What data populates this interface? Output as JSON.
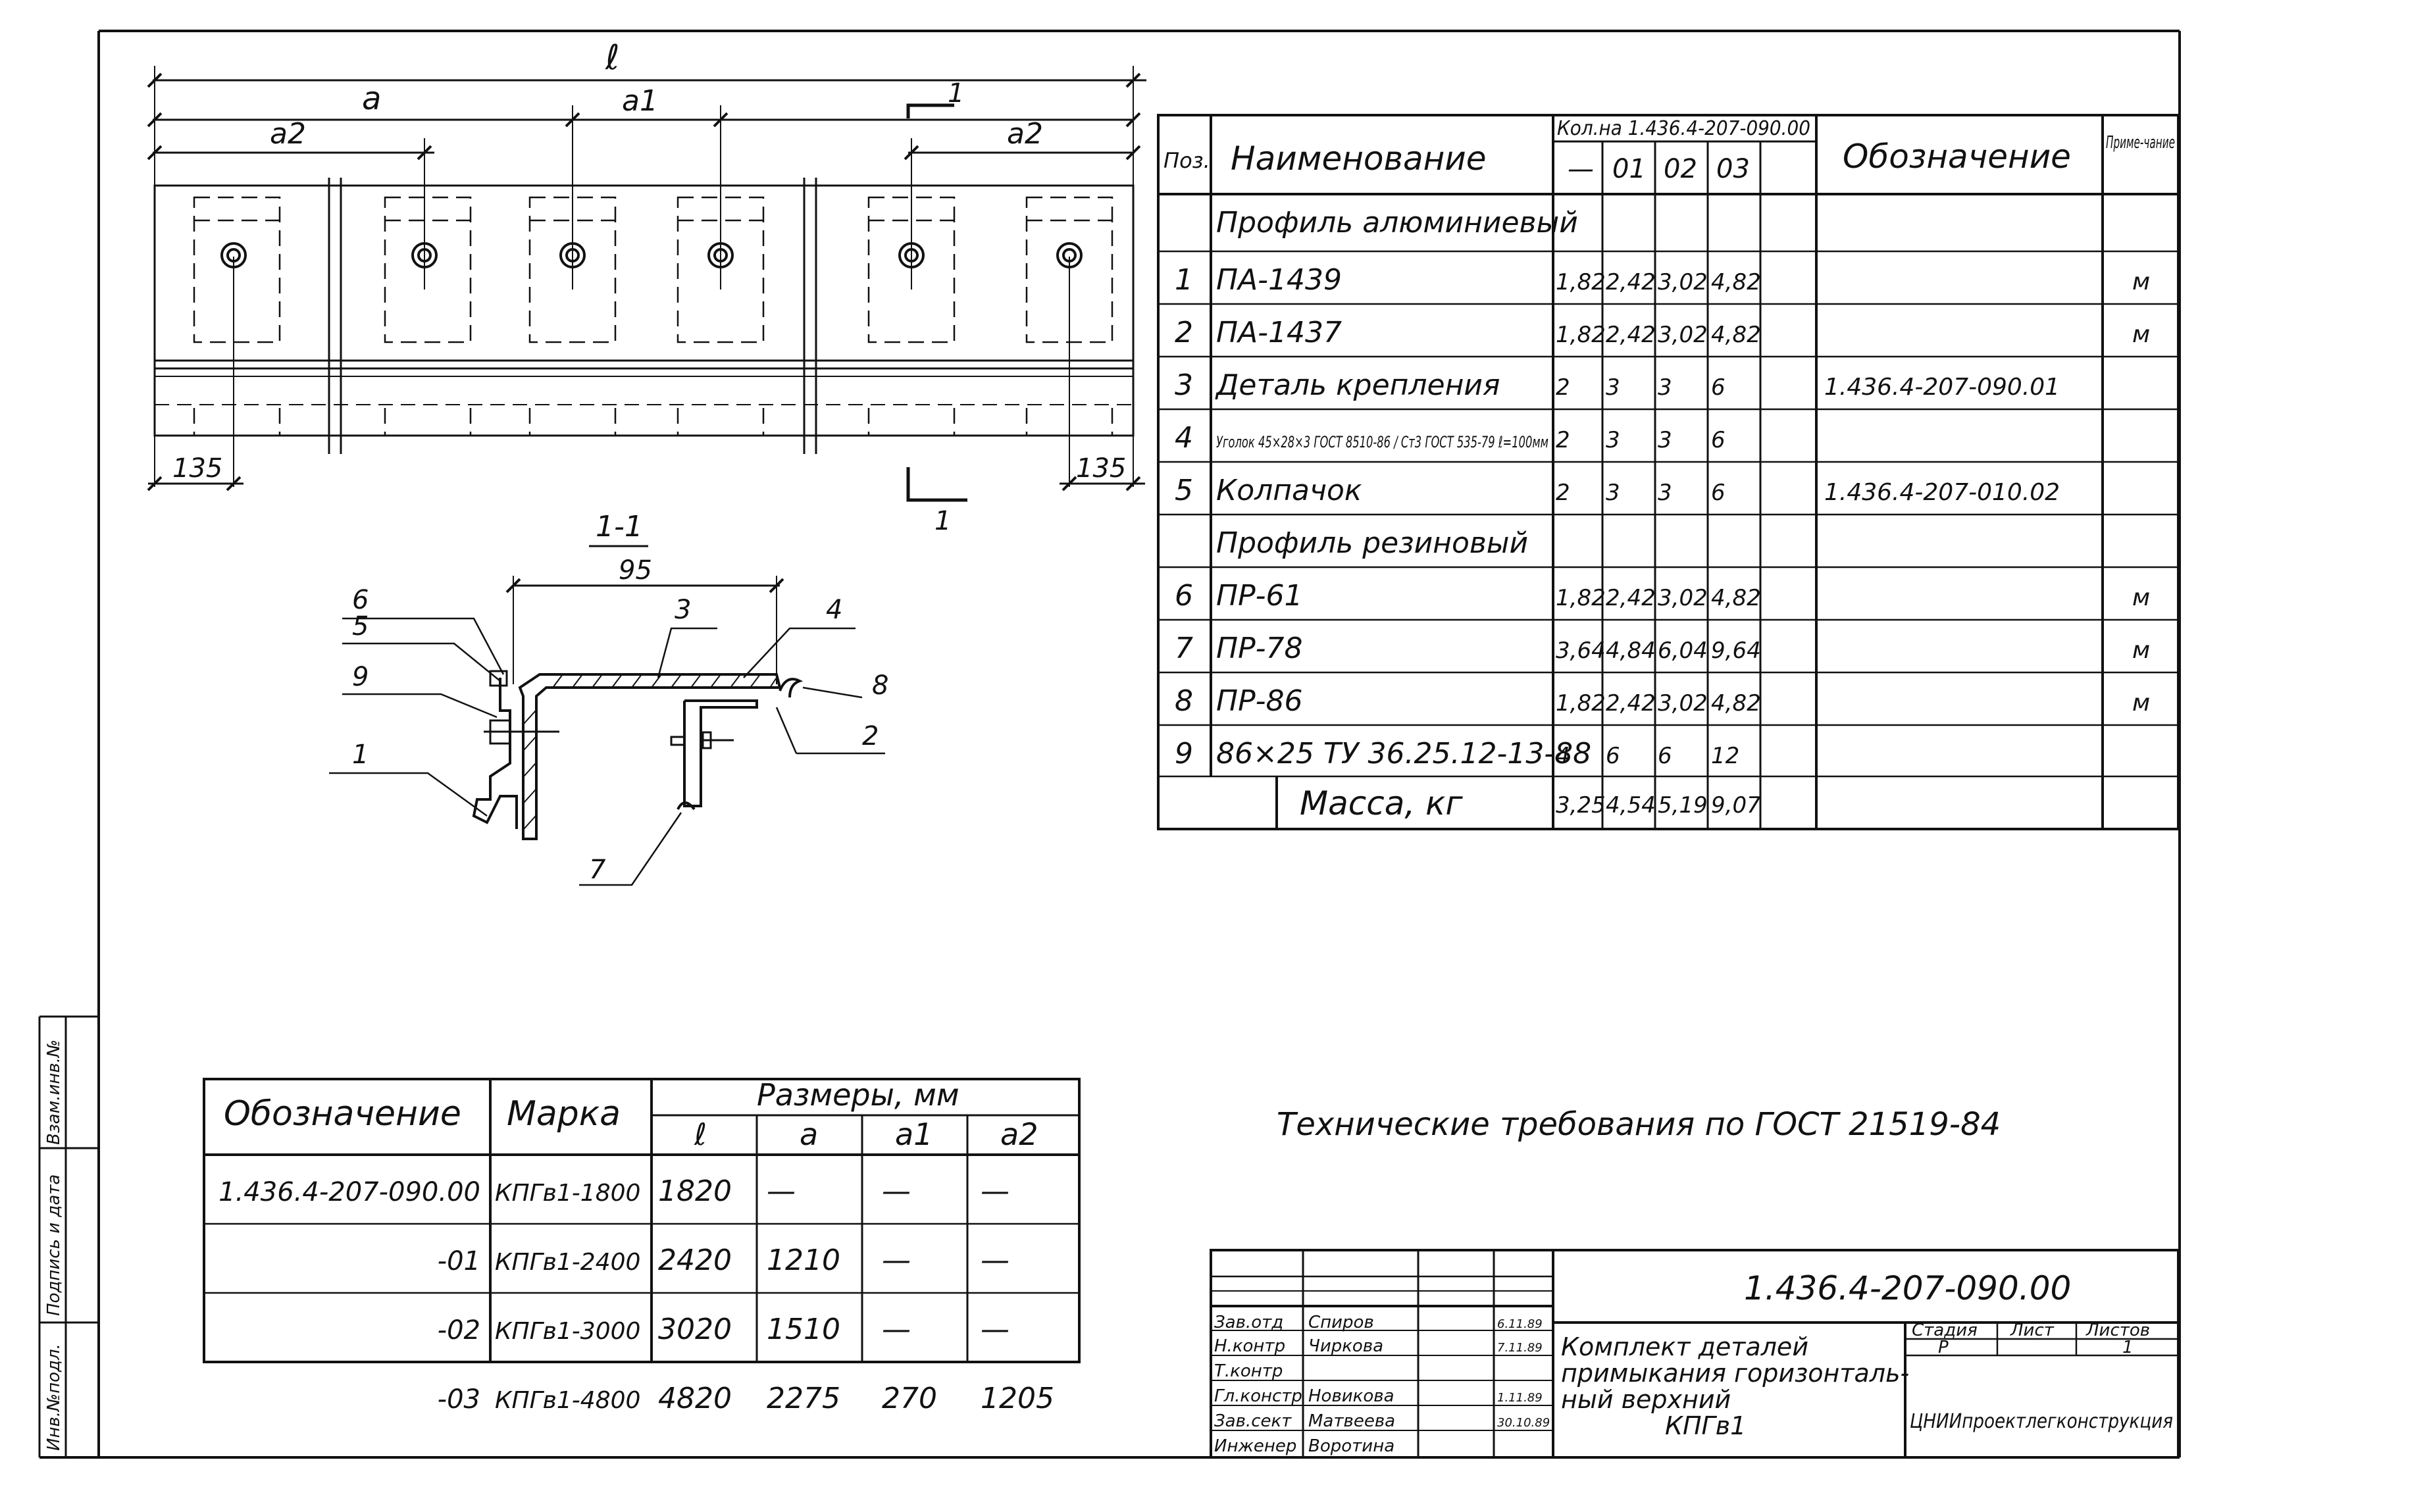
{
  "plan": {
    "dim_l": "ℓ",
    "dim_a": "a",
    "dim_a1": "a1",
    "dim_a2_left": "a2",
    "dim_a2_right": "a2",
    "dim_135_left": "135",
    "dim_135_right": "135",
    "section_mark_top": "1",
    "section_mark_bottom": "1"
  },
  "section": {
    "title": "1-1",
    "dim_95": "95",
    "callouts": [
      "1",
      "2",
      "3",
      "4",
      "5",
      "6",
      "7",
      "8",
      "9"
    ]
  },
  "spec_table": {
    "header": {
      "pos": "Поз.",
      "name": "Наименование",
      "qty_group": "Кол.на 1.436.4-207-090.00",
      "qty_cols": [
        "—",
        "01",
        "02",
        "03"
      ],
      "designation": "Обозначение",
      "note": "Приме-чание"
    },
    "rows": [
      {
        "pos": "",
        "name": "Профиль алюминиевый",
        "q": [
          "",
          "",
          "",
          ""
        ],
        "designation": "",
        "note": ""
      },
      {
        "pos": "1",
        "name": "ПА-1439",
        "q": [
          "1,82",
          "2,42",
          "3,02",
          "4,82"
        ],
        "designation": "",
        "note": "м"
      },
      {
        "pos": "2",
        "name": "ПА-1437",
        "q": [
          "1,82",
          "2,42",
          "3,02",
          "4,82"
        ],
        "designation": "",
        "note": "м"
      },
      {
        "pos": "3",
        "name": "Деталь крепления",
        "q": [
          "2",
          "3",
          "3",
          "6"
        ],
        "designation": "1.436.4-207-090.01",
        "note": ""
      },
      {
        "pos": "4",
        "name": "Уголок 45×28×3 ГОСТ 8510-86 / Ст3 ГОСТ 535-79 ℓ=100мм",
        "q": [
          "2",
          "3",
          "3",
          "6"
        ],
        "designation": "",
        "note": ""
      },
      {
        "pos": "5",
        "name": "Колпачок",
        "q": [
          "2",
          "3",
          "3",
          "6"
        ],
        "designation": "1.436.4-207-010.02",
        "note": ""
      },
      {
        "pos": "",
        "name": "Профиль резиновый",
        "q": [
          "",
          "",
          "",
          ""
        ],
        "designation": "",
        "note": ""
      },
      {
        "pos": "6",
        "name": "ПР-61",
        "q": [
          "1,82",
          "2,42",
          "3,02",
          "4,82"
        ],
        "designation": "",
        "note": "м"
      },
      {
        "pos": "7",
        "name": "ПР-78",
        "q": [
          "3,64",
          "4,84",
          "6,04",
          "9,64"
        ],
        "designation": "",
        "note": "м"
      },
      {
        "pos": "8",
        "name": "ПР-86",
        "q": [
          "1,82",
          "2,42",
          "3,02",
          "4,82"
        ],
        "designation": "",
        "note": "м"
      },
      {
        "pos": "9",
        "name": "86×25 ТУ 36.25.12-13-88",
        "q": [
          "4",
          "6",
          "6",
          "12"
        ],
        "designation": "",
        "note": ""
      }
    ],
    "mass": {
      "label": "Масса, кг",
      "q": [
        "3,25",
        "4,54",
        "5,19",
        "9,07"
      ]
    }
  },
  "sizes_table": {
    "header": {
      "designation": "Обозначение",
      "mark": "Марка",
      "group": "Размеры, мм",
      "cols": [
        "ℓ",
        "a",
        "a1",
        "a2"
      ]
    },
    "rows": [
      {
        "designation": "1.436.4-207-090.00",
        "mark": "КПГв1-1800",
        "v": [
          "1820",
          "—",
          "—",
          "—"
        ]
      },
      {
        "designation": "-01",
        "mark": "КПГв1-2400",
        "v": [
          "2420",
          "1210",
          "—",
          "—"
        ]
      },
      {
        "designation": "-02",
        "mark": "КПГв1-3000",
        "v": [
          "3020",
          "1510",
          "—",
          "—"
        ]
      },
      {
        "designation": "-03",
        "mark": "КПГв1-4800",
        "v": [
          "4820",
          "2275",
          "270",
          "1205"
        ]
      }
    ]
  },
  "tech_req": "Технические требования по ГОСТ 21519-84",
  "title_block": {
    "code": "1.436.4-207-090.00",
    "name_lines": [
      "Комплект деталей",
      "примыкания горизонталь-",
      "ный верхний",
      "КПГв1"
    ],
    "stage_label": "Стадия",
    "sheet_label": "Лист",
    "sheets_label": "Листов",
    "stage": "Р",
    "sheets": "1",
    "org": "ЦНИИпроектлегконструкция",
    "people": [
      {
        "role": "Зав.отд",
        "name": "Спиров",
        "date": "6.11.89"
      },
      {
        "role": "Н.контр",
        "name": "Чиркова",
        "date": "7.11.89"
      },
      {
        "role": "Т.контр",
        "name": "",
        "date": ""
      },
      {
        "role": "Гл.констр",
        "name": "Новикова",
        "date": "1.11.89"
      },
      {
        "role": "Зав.сект",
        "name": "Матвеева",
        "date": "30.10.89"
      },
      {
        "role": "Инженер",
        "name": "Воротина",
        "date": ""
      }
    ]
  },
  "side_stamp": [
    "Инв.№подл.",
    "Подпись и дата",
    "Взам.инв.№"
  ]
}
